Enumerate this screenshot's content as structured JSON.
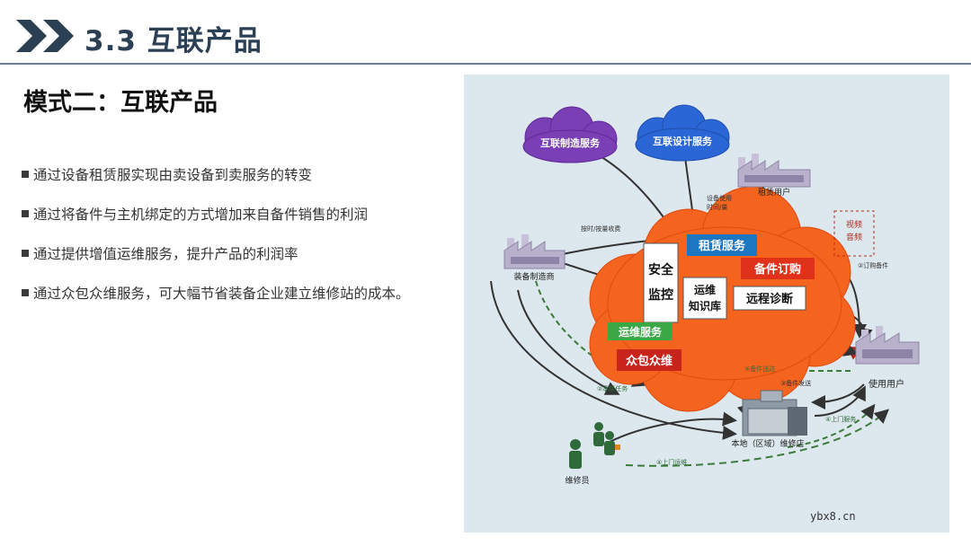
{
  "header": {
    "title": "3.3 互联产品",
    "icon": "double-chevron-icon",
    "accent": "#2b3f55",
    "rule_color": "#6d8093"
  },
  "heading": "模式二：互联产品",
  "bullets": [
    "通过设备租赁服实现由卖设备到卖服务的转变",
    "通过将备件与主机绑定的方式增加来自备件销售的利润",
    "通过提供增值运维服务，提升产品的利润率",
    "通过众包众维服务，可大幅节省装备企业建立维修站的成本。"
  ],
  "diagram": {
    "clouds": {
      "manufacturing": "互联制造服务",
      "design": "互联设计服务"
    },
    "nodes": {
      "leasing_user": "租赁用户",
      "equipment_maker": "装备制造商",
      "end_user": "使用用户",
      "local_repair": "本地（区域）维修店",
      "repairman": "维修员",
      "video_audio": [
        "视频",
        "音频"
      ]
    },
    "services": {
      "safety_monitor": [
        "安全",
        "监控"
      ],
      "leasing": "租赁服务",
      "spare_order": "备件订购",
      "kb": [
        "运维",
        "知识库"
      ],
      "remote_diag": "远程诊断",
      "om_service": "运维服务",
      "crowd": "众包众维"
    },
    "edge_labels": {
      "usage_time": [
        "设备使用",
        "时间/量"
      ],
      "billing": "按时/按量收费",
      "order_parts": "②订购备件",
      "deliver_parts": "③备件发送",
      "accept_task": "②承接任务",
      "onsite": "④上门运维",
      "onsite2": "④上门服务",
      "parts_sent": "⑤备件送达"
    },
    "colors": {
      "big_cloud": "#f5641e",
      "purple_cloud": "#7a3fb5",
      "blue_cloud": "#2a66d6",
      "leasing_box": "#1d76c2",
      "order_box": "#e0321b",
      "om_box": "#39a845",
      "crowd_box": "#c8241b"
    }
  },
  "watermark": "ybx8.cn"
}
